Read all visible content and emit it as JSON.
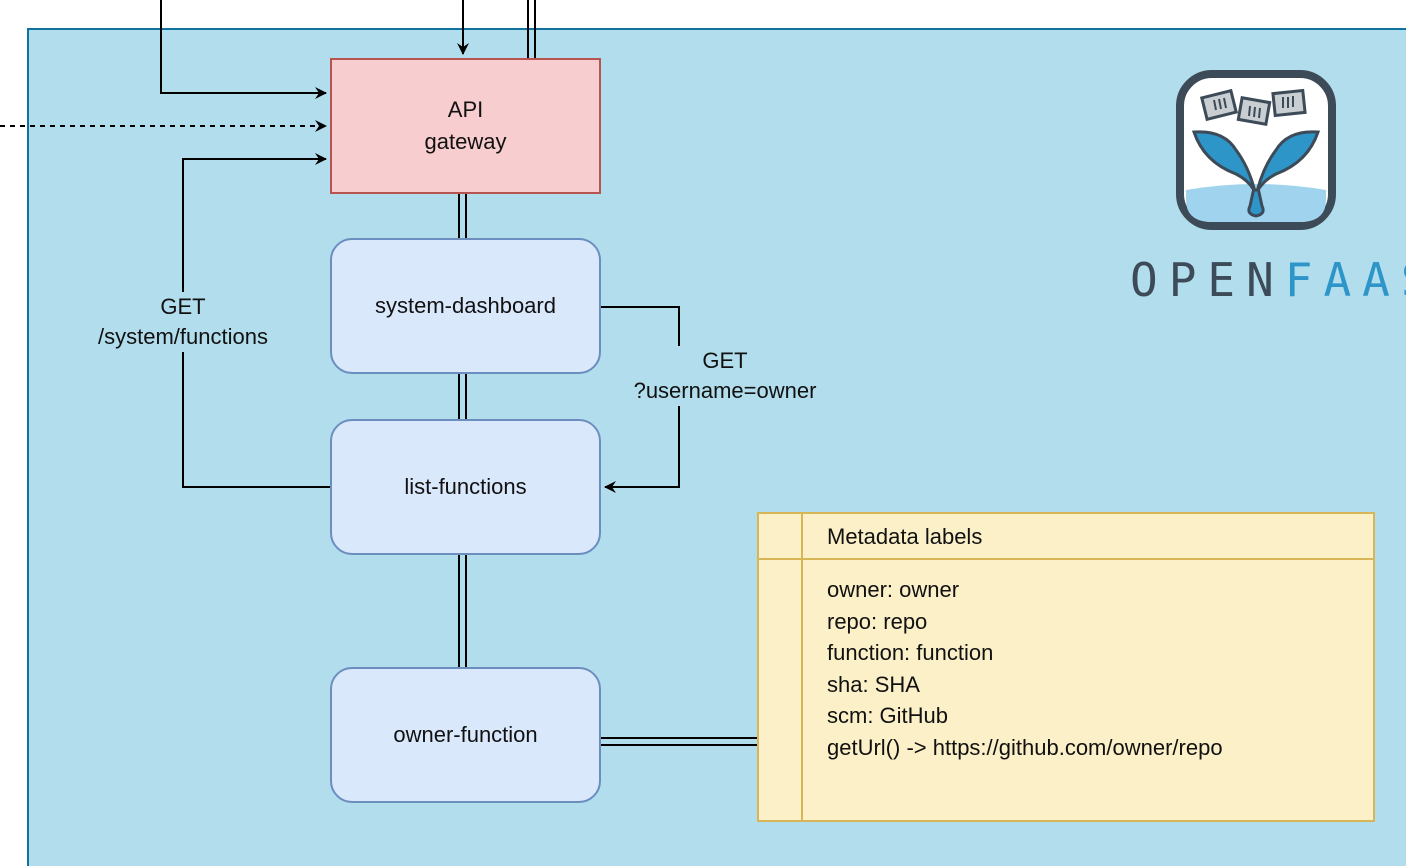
{
  "diagram": {
    "nodes": {
      "gateway_line1": "API",
      "gateway_line2": "gateway",
      "system_dashboard": "system-dashboard",
      "list_functions": "list-functions",
      "owner_function": "owner-function"
    },
    "edges": {
      "system_functions_line1": "GET",
      "system_functions_line2": "/system/functions",
      "username_line1": "GET",
      "username_line2": "?username=owner"
    },
    "metadata": {
      "title": "Metadata labels",
      "lines": [
        "owner: owner",
        "repo: repo",
        "function: function",
        "sha: SHA",
        "scm: GitHub",
        "getUrl() -> https://github.com/owner/repo"
      ]
    },
    "brand": {
      "part1": "OPEN",
      "part2": "FAAS"
    }
  },
  "colors": {
    "panel": "#b1dded",
    "gateway_fill": "#f8cdd0",
    "function_fill": "#dae8fc",
    "metadata_fill": "#fbf0c8",
    "brand_dark": "#3d4a57",
    "brand_blue": "#2e95c9"
  },
  "icons": [
    "openfaas-whale-logo-icon",
    "arrow-head-icon"
  ]
}
